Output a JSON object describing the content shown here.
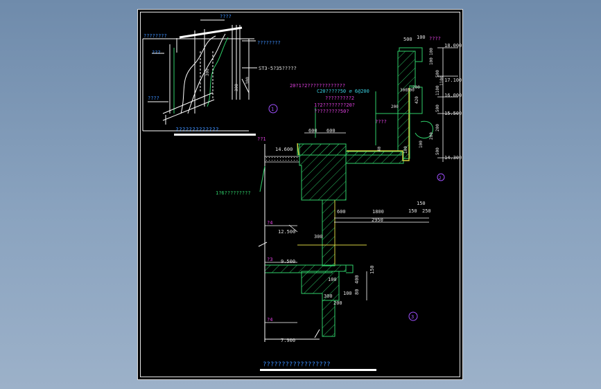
{
  "drawing": {
    "title_main": "??????????????????",
    "title_detail": "?????????????",
    "detail_texts": {
      "label_top": "????",
      "label_left_top": "????????",
      "label_left_mid": "???",
      "label_right_mid": "????????",
      "label_st3": "ST3-5?35?????",
      "label_bottom_left": "????",
      "dim_300a": "300",
      "dim_300b": "300",
      "dim_300c": "300"
    },
    "callouts": {
      "c1": "1",
      "c2": "2",
      "c3": "3"
    },
    "section": {
      "mag_title": "????",
      "mag_note1": "20?1?2?????????????",
      "cyan_note": "C20?????50  ∅ 6@200",
      "mag_note2": "?????????2",
      "mag_note3": "1?2????????20?",
      "mag_note4": "?????????50?",
      "mag_left": "????",
      "floor_tag": "??1",
      "level_146": "14.600",
      "dim_600a": "600",
      "dim_600b": "600",
      "green_note": "1?6?????????",
      "level_125": "12.500",
      "level_95": "9.500",
      "level_79": "7.900",
      "tag_4a": "?4",
      "tag_3": "?3",
      "tag_4b": "?4",
      "dim_600c": "600",
      "dim_1800": "1800",
      "dim_150": "150",
      "dim_250": "250",
      "dim_2950": "2950",
      "dim_300": "300",
      "dim_100a": "100",
      "dim_400": "400",
      "dim_80": "80",
      "dim_150b": "150",
      "dim_300b": "300",
      "dim_100b": "100",
      "dim_200": "200",
      "dim_500": "500",
      "dim_100c": "100",
      "level_18": "18.000",
      "level_17": "17.100",
      "level_16": "16.000",
      "level_155": "15.500",
      "level_143": "14.300",
      "dim_r100": "100",
      "dim_r100b": "100",
      "dim_r500": "500",
      "dim_r1100": "1100",
      "dim_r500b": "500",
      "dim_r200": "200",
      "dim_r500c": "500",
      "dim_r200b": "200",
      "dim_r420": "420",
      "dim_r300": "300",
      "dim_r200c": "200",
      "dim_r100c": "100",
      "dim_r40": "40",
      "dim_200s": "200",
      "dim_300s": "300",
      "mag_right": "????",
      "dim_100x": "100",
      "dim_1100": "1100"
    }
  }
}
